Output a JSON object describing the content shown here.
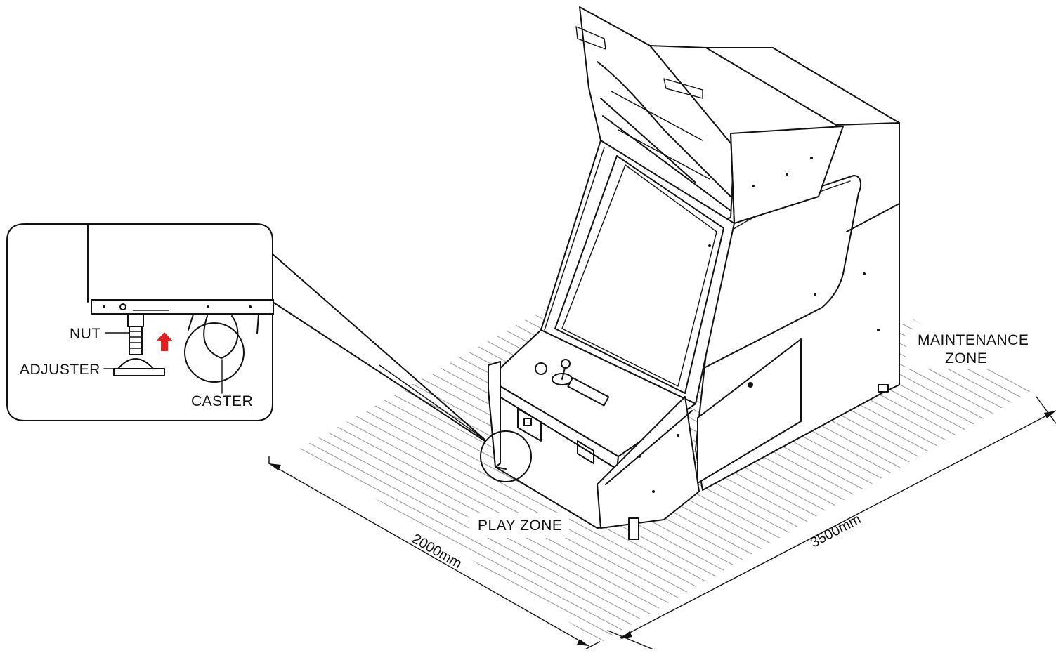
{
  "labels": {
    "maintenance_zone_line1": "MAINTENANCE",
    "maintenance_zone_line2": "ZONE",
    "play_zone": "PLAY ZONE",
    "width_dimension": "2000mm",
    "depth_dimension": "3500mm",
    "nut": "NUT",
    "adjuster": "ADJUSTER",
    "caster": "CASTER"
  },
  "colors": {
    "line": "#111111",
    "hatch": "#9a9a9a",
    "background": "#ffffff",
    "arrow_red": "#e02020"
  },
  "icons": {
    "lift_arrow": "up-arrow-icon"
  }
}
